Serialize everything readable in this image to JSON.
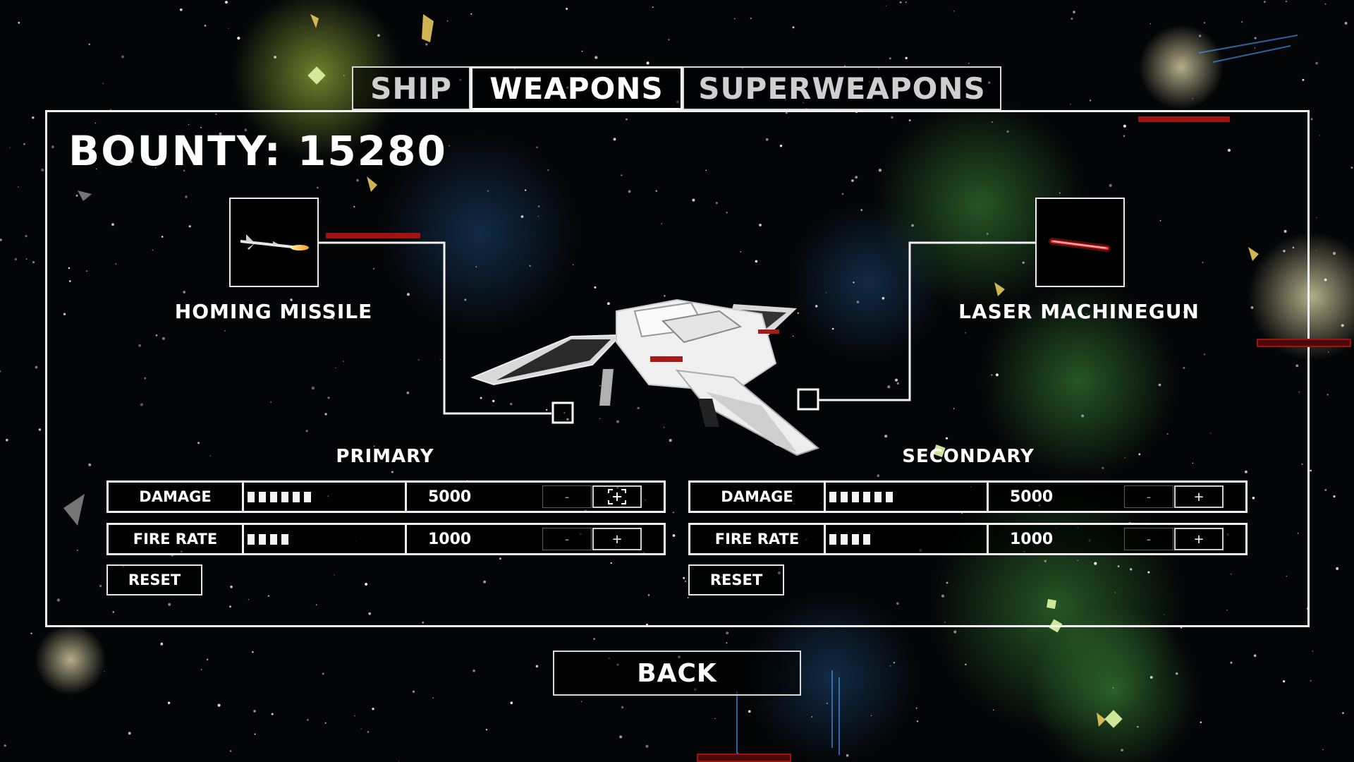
{
  "tabs": [
    {
      "label": "SHIP",
      "active": false
    },
    {
      "label": "WEAPONS",
      "active": true
    },
    {
      "label": "SUPERWEAPONS",
      "active": false
    }
  ],
  "bounty": "BOUNTY: 15280",
  "weapons": {
    "primary_name": "HOMING MISSILE",
    "secondary_name": "LASER MACHINEGUN",
    "primary_icon": "homing-missile-icon",
    "secondary_icon": "laser-beam-icon"
  },
  "primary": {
    "heading": "PRIMARY",
    "stats": [
      {
        "label": "DAMAGE",
        "pips": 6,
        "value": "5000",
        "minus": "-",
        "plus": "+"
      },
      {
        "label": "FIRE RATE",
        "pips": 4,
        "value": "1000",
        "minus": "-",
        "plus": "+"
      }
    ],
    "reset": "RESET"
  },
  "secondary": {
    "heading": "SECONDARY",
    "stats": [
      {
        "label": "DAMAGE",
        "pips": 6,
        "value": "5000",
        "minus": "-",
        "plus": "+"
      },
      {
        "label": "FIRE RATE",
        "pips": 4,
        "value": "1000",
        "minus": "-",
        "plus": "+"
      }
    ],
    "reset": "RESET"
  },
  "back": "BACK",
  "colors": {
    "accent": "#ffffff",
    "health_bar": "#a11212",
    "laser": "#ff2a2a",
    "missile_flame": "#ffcc33"
  }
}
